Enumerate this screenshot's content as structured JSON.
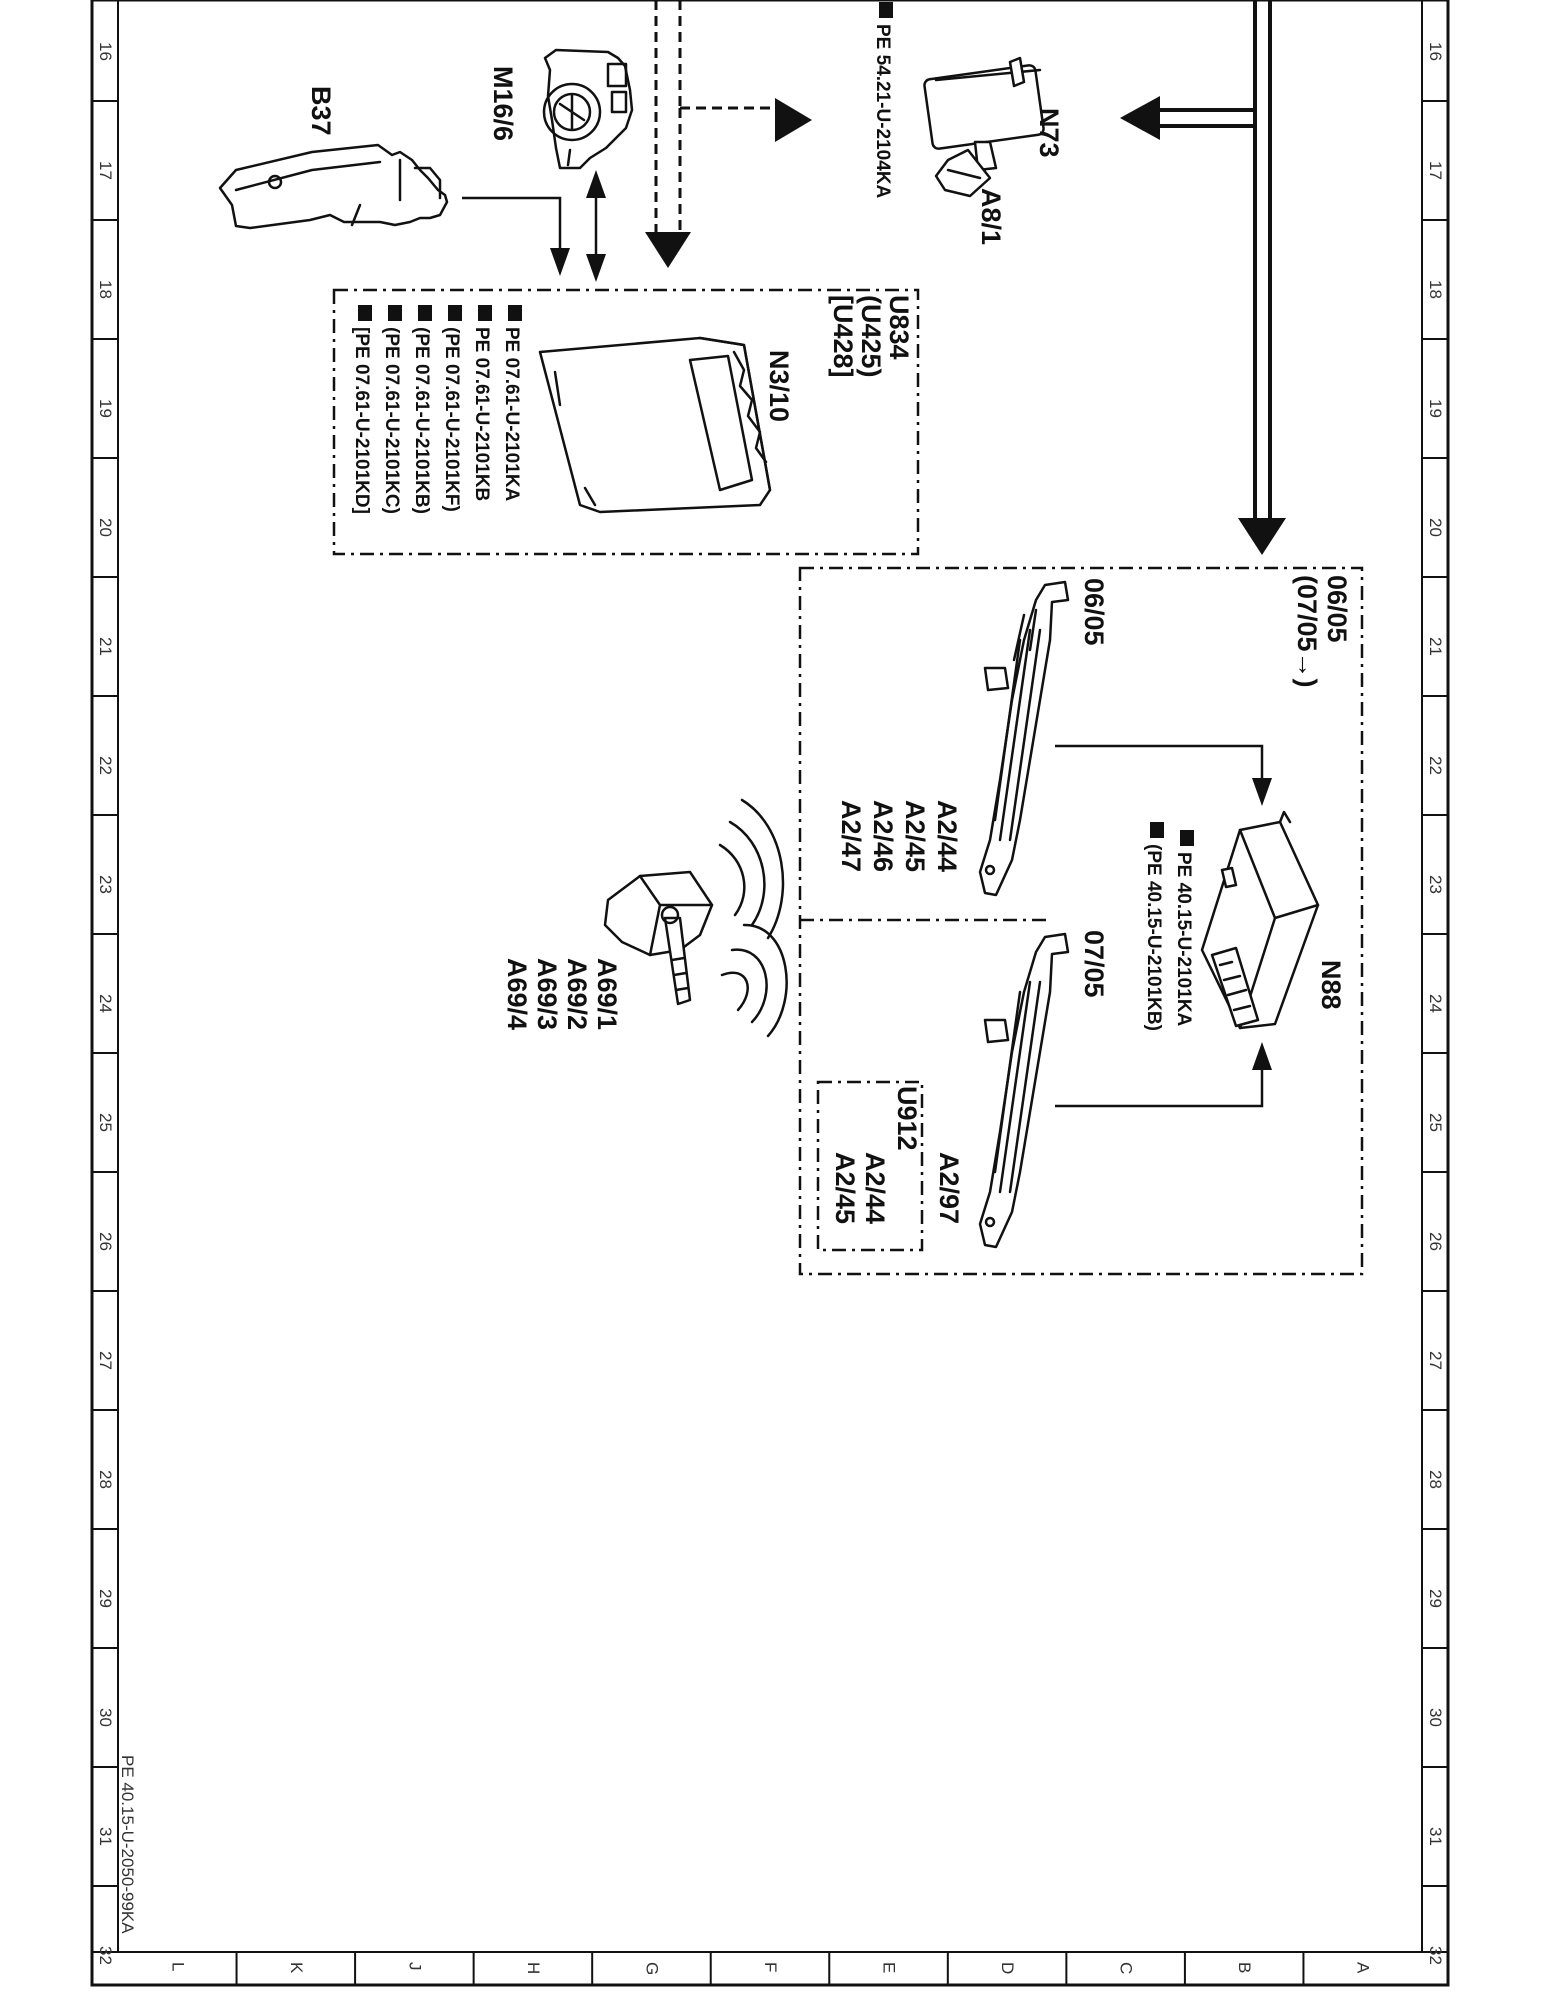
{
  "components": {
    "m16_6": {
      "label": "M16/6"
    },
    "b37": {
      "label": "B37"
    },
    "n73": {
      "label": "N73",
      "ref": "PE 54.21-U-2104KA"
    },
    "a8_1": {
      "label": "A8/1"
    },
    "n3_10": {
      "label": "N3/10",
      "codes": [
        "U834",
        "(U425)",
        "[U428]"
      ],
      "refs": [
        "PE 07.61-U-2101KA",
        "PE 07.61-U-2101KB",
        "(PE 07.61-U-2101KF)",
        "(PE 07.61-U-2101KB)",
        "(PE 07.61-U-2101KC)",
        "[PE 07.61-U-2101KD]"
      ]
    },
    "n88": {
      "label": "N88",
      "refs": [
        "PE 40.15-U-2101KA",
        "(PE 40.15-U-2101KB)"
      ]
    },
    "antenna_group_1": {
      "date_label": "06/05",
      "date_range": [
        "06/05",
        "(07/05→)"
      ],
      "labels": [
        "A2/44",
        "A2/45",
        "A2/46",
        "A2/47"
      ]
    },
    "antenna_group_2": {
      "date_label": "07/05",
      "label": "A2/97",
      "code": "U912",
      "code_labels": [
        "A2/44",
        "A2/45"
      ]
    },
    "tire_sensor": {
      "labels": [
        "A69/1",
        "A69/2",
        "A69/3",
        "A69/4"
      ]
    }
  },
  "grid": {
    "numbers": [
      "16",
      "17",
      "18",
      "19",
      "20",
      "21",
      "22",
      "23",
      "24",
      "25",
      "26",
      "27",
      "28",
      "29",
      "30",
      "31",
      "32"
    ],
    "letters": [
      "L",
      "K",
      "J",
      "H",
      "G",
      "F",
      "E",
      "D",
      "C",
      "B",
      "A"
    ]
  },
  "doc_id": "PE 40.15-U-2050-99KA"
}
